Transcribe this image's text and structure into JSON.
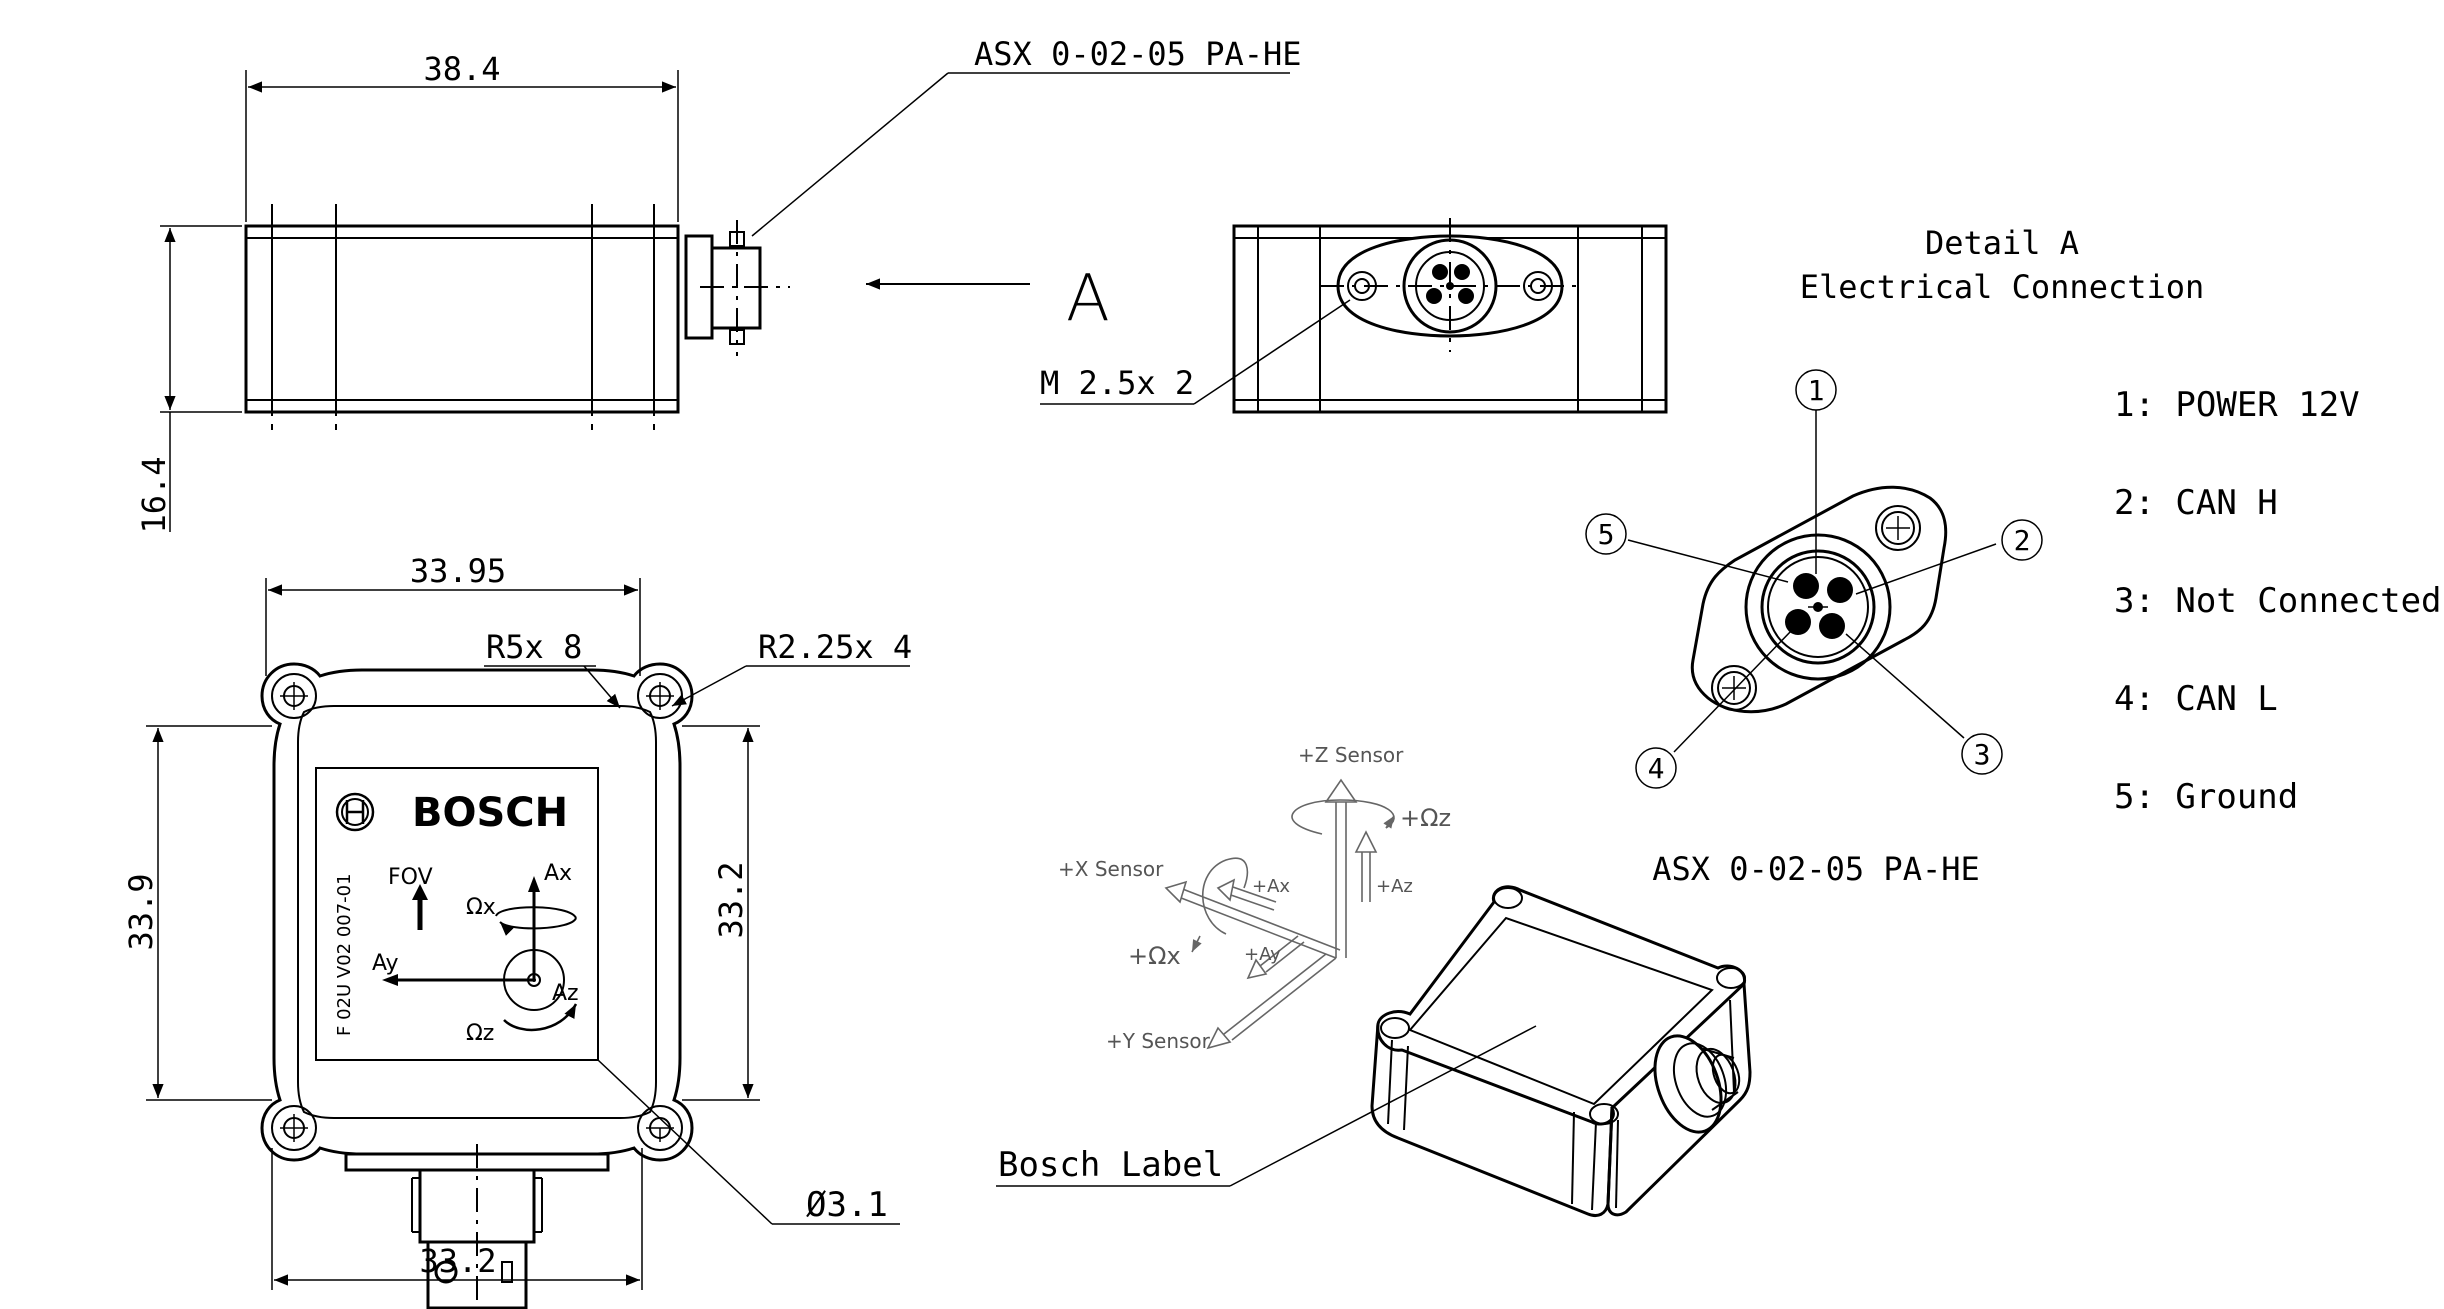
{
  "side_view": {
    "width_dim": "38.4",
    "height_dim": "16.4",
    "connector_label": "ASX 0-02-05 PA-HE",
    "view_marker": "A"
  },
  "end_view": {
    "screw_label": "M 2.5x 2"
  },
  "top_view": {
    "top_width_dim": "33.95",
    "left_height_dim": "33.9",
    "right_height_dim": "33.2",
    "bottom_width_dim": "33.2",
    "radius_label_1": "R5x 8",
    "radius_label_2": "R2.25x 4",
    "hole_label": "Ø3.1"
  },
  "label_plate": {
    "brand": "BOSCH",
    "part_number": "F 02U V02 007-01",
    "fov": "FOV",
    "ax": "Ax",
    "ay": "Ay",
    "az": "Az",
    "omega_x": "Ωx",
    "omega_z": "Ωz"
  },
  "detail": {
    "title_line1": "Detail A",
    "title_line2": "Electrical Connection",
    "pin_numbers": [
      "1",
      "2",
      "3",
      "4",
      "5"
    ],
    "pins": [
      "1: POWER 12V",
      "2: CAN H",
      "3: Not Connected",
      "4: CAN L",
      "5: Ground"
    ],
    "connector_label": "ASX 0-02-05 PA-HE"
  },
  "axes_diagram": {
    "z_sensor": "+Z Sensor",
    "x_sensor": "+X Sensor",
    "y_sensor": "+Y Sensor",
    "omega_z": "+Ωz",
    "omega_x": "+Ωx",
    "ax": "+Ax",
    "ay": "+Ay",
    "az": "+Az"
  },
  "iso_view": {
    "label": "Bosch Label"
  }
}
